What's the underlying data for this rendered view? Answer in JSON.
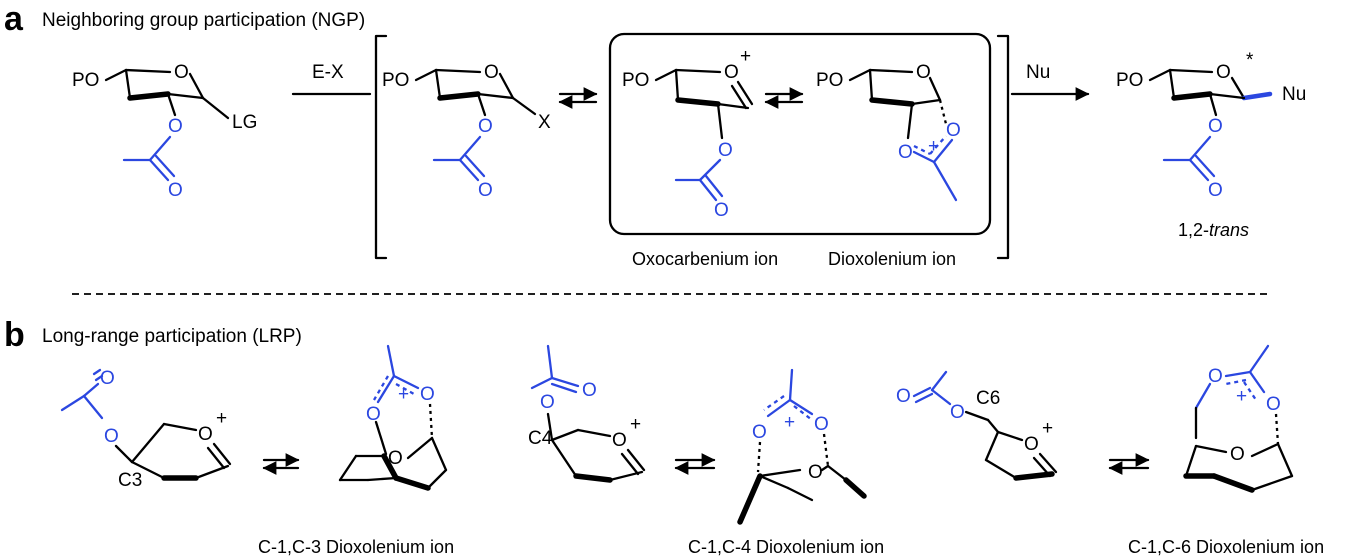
{
  "panel_a": {
    "letter": "a",
    "title": "Neighboring group participation (NGP)",
    "reagent_1": "E-X",
    "reagent_2": "Nu",
    "label_oxocarbenium": "Oxocarbenium ion",
    "label_dioxolenium": "Dioxolenium ion",
    "product_label_prefix": "1,2-",
    "product_label_italic": "trans",
    "atoms": {
      "po": "PO",
      "o": "O",
      "lg": "LG",
      "x": "X",
      "nu": "Nu",
      "star": "*",
      "plus": "+"
    }
  },
  "panel_b": {
    "letter": "b",
    "title": "Long-range participation (LRP)",
    "c3_label": "C3",
    "c4_label": "C4",
    "c6_label": "C6",
    "label_c13": "C-1,C-3 Dioxolenium ion",
    "label_c14": "C-1,C-4 Dioxolenium ion",
    "label_c16": "C-1,C-6 Dioxolenium ion"
  },
  "colors": {
    "participating_group": "#2b47e0",
    "structure": "#000000"
  }
}
